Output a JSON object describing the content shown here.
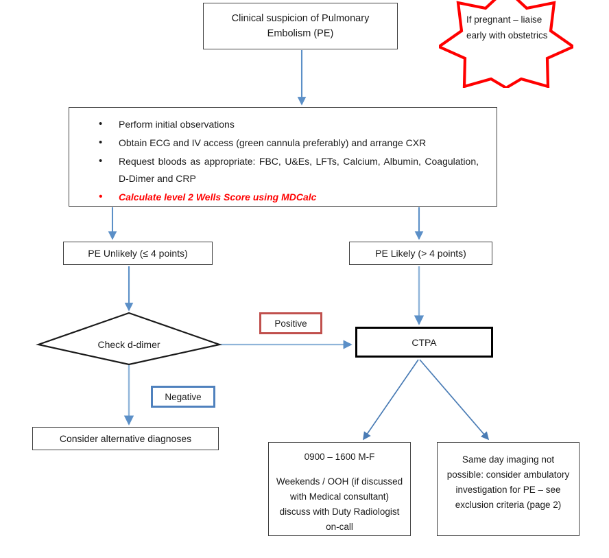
{
  "title": "Pulmonary Embolism diagnostic pathway flowchart",
  "colors": {
    "connector_blue": "#5b8fc7",
    "alert_red": "#ff0000",
    "positive_border": "#c0504d",
    "negative_border": "#4f81bd",
    "star_outline": "#ff0000",
    "box_border": "#404040",
    "emphasis_border": "#000000"
  },
  "nodes": {
    "suspicion": {
      "label": "Clinical suspicion of Pulmonary Embolism (PE)"
    },
    "pregnancy_callout": {
      "label": "If pregnant – liaise early with obstetrics",
      "shape": "7-point-star"
    },
    "initial_steps": {
      "bullets": [
        "Perform initial observations",
        "Obtain ECG and IV access (green cannula preferably) and arrange CXR",
        "Request bloods as appropriate: FBC, U&Es, LFTs, Calcium, Albumin, Coagulation, D-Dimer and CRP",
        "Calculate level 2 Wells Score using MDCalc"
      ]
    },
    "pe_unlikely": {
      "label": "PE Unlikely (≤ 4 points)"
    },
    "pe_likely": {
      "label": "PE Likely (> 4 points)"
    },
    "check_ddimer": {
      "label": "Check d-dimer",
      "shape": "diamond"
    },
    "positive_label": {
      "label": "Positive"
    },
    "negative_label": {
      "label": "Negative"
    },
    "ctpa": {
      "label": "CTPA"
    },
    "consider_alternative": {
      "label": "Consider alternative diagnoses"
    },
    "in_hours": {
      "line1": "0900 – 1600 M-F",
      "line2": "Weekends / OOH (if discussed with Medical consultant) discuss with Duty Radiologist on-call"
    },
    "same_day": {
      "label": "Same day imaging not possible:  consider ambulatory investigation for PE – see exclusion criteria (page 2)"
    }
  }
}
